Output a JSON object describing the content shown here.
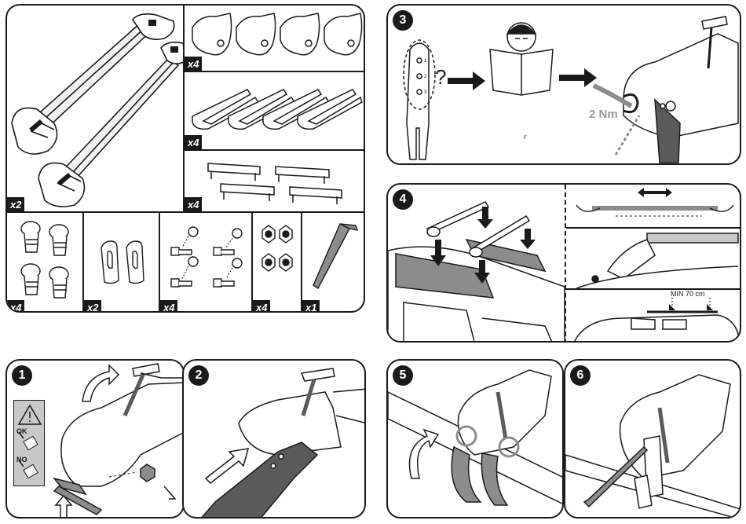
{
  "parts_panel": {
    "bars_qty": "x2",
    "pads_qty": "x4",
    "straps_qty": "x4",
    "clamps_qty": "x4",
    "bolts_qty": "x4",
    "covers_qty": "x2",
    "screws_qty": "x4",
    "nuts_qty": "x4",
    "key_qty": "x1"
  },
  "step3": {
    "number": "3",
    "question": "?",
    "torque": "2 Nm",
    "hole_labels": [
      "1",
      "2",
      "3"
    ],
    "tiny_mark": "F"
  },
  "step4": {
    "number": "4",
    "min_distance": "MIN 70 cm"
  },
  "step1": {
    "number": "1",
    "ok_label": "OK",
    "no_label": "NO"
  },
  "step2": {
    "number": "2"
  },
  "step5": {
    "number": "5"
  },
  "step6": {
    "number": "6"
  },
  "colors": {
    "ink": "#1a1a1a",
    "grey": "#8c8c8c",
    "dark_grey": "#5a5a5a",
    "light_grey": "#c8c8c8"
  }
}
